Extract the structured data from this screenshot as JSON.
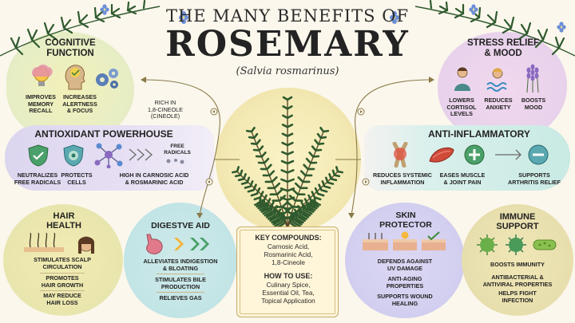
{
  "header": {
    "title_top": "THE MANY BENEFITS OF",
    "title_main": "ROSEMARY",
    "subtitle": "(Salvia rosmarinus)"
  },
  "colors": {
    "cognitive_bg": "#e8eec4",
    "stress_bg": "#e9d3ec",
    "antioxidant_bg": "#e3dcf2",
    "antiinflammatory_bg": "#d3ede8",
    "hair_bg": "#e9e6ad",
    "digestive_bg": "#c3e5e6",
    "skin_bg": "#d2cff0",
    "immune_bg": "#e8dfae",
    "rosemary_green": "#2f5a2e"
  },
  "cognitive": {
    "title_line1": "COGNITIVE",
    "title_line2": "FUNCTION",
    "items": [
      {
        "icon": "brain-bulb-icon",
        "l1": "IMPROVES",
        "l2": "MEMORY RECALL"
      },
      {
        "icon": "head-icon",
        "l1": "INCREASES",
        "l2": "ALERTNESS",
        "l3": "& FOCUS"
      },
      {
        "icon": "gears-icon"
      }
    ],
    "note_l1": "RICH IN",
    "note_l2": "1,8-CINEOLE",
    "note_l3": "(CINEole)"
  },
  "stress": {
    "title_line1": "STRESS RELIEF",
    "title_line2": "& MOOD",
    "items": [
      {
        "icon": "person-icon",
        "l1": "LOWERS",
        "l2": "CORTISOL",
        "l3": "LEVELS"
      },
      {
        "icon": "bathing-person-icon",
        "l1": "REDUCES",
        "l2": "ANXIETY"
      },
      {
        "icon": "lavender-icon",
        "l1": "BOOSTS",
        "l2": "MOOD"
      }
    ]
  },
  "antioxidant": {
    "title": "ANTIOXIDANT POWERHOUSE",
    "items": [
      {
        "icon": "shield-check-icon",
        "l1": "NEUTRALIZES",
        "l2": "FREE RADICALS"
      },
      {
        "icon": "cell-shield-icon",
        "l1": "PROTECTS",
        "l2": "CELLS"
      },
      {
        "icon": "molecule-icon",
        "l1": "HIGH IN CARNOSIC ACID",
        "l2": "& ROSMARINIC ACID"
      }
    ],
    "free_l1": "FREE",
    "free_l2": "RADICALS"
  },
  "antiinflammatory": {
    "title": "ANTI-INFLAMMATORY",
    "items": [
      {
        "icon": "joint-icon",
        "l1": "REDUCES SYSTEMIC",
        "l2": "INFLAMMATION"
      },
      {
        "icon": "muscle-icon",
        "l1": "EASES MUSCLE",
        "l2": "& JOINT PAIN"
      },
      {
        "icon": "plus-circle-icon"
      },
      {
        "icon": "minus-circle-icon",
        "l1": "SUPPORTS",
        "l2": "ARTHRITIS RELIEF"
      }
    ]
  },
  "hair": {
    "title_line1": "HAIR",
    "title_line2": "HEALTH",
    "items": [
      {
        "l1": "STIMULATES SCALP",
        "l2": "CIRCULATION"
      },
      {
        "l1": "PROMOTES",
        "l2": "HAIR GROWTH"
      },
      {
        "l1": "MAY REDUCE",
        "l2": "HAIR LOSS"
      }
    ]
  },
  "digestive": {
    "title": "DIGESTVE AID",
    "items": [
      {
        "l1": "ALLEVIATES INDIGESTION",
        "l2": "& BLOATING"
      },
      {
        "l1": "STIMULATES BILE",
        "l2": "PRODUCTION"
      },
      {
        "l1": "RELIEVES GAS"
      }
    ]
  },
  "key_compounds": {
    "heading": "KEY COMPOUNDS:",
    "lines": [
      "Carnosic Acid,",
      "Rosmarinic Acid,",
      "1,8-Cineole"
    ],
    "how_heading": "HOW TO USE:",
    "how_lines": [
      "Culinary Spice,",
      "Essential Oil, Tea,",
      "Topical Application"
    ]
  },
  "skin": {
    "title_line1": "SKIN",
    "title_line2": "PROTECTOR",
    "items": [
      {
        "l1": "DEFENDS AGAINST",
        "l2": "UV DAMAGE"
      },
      {
        "l1": "ANTI-AGING",
        "l2": "PROPERTIES"
      },
      {
        "l1": "SUPPORTS WOUND",
        "l2": "HEALING"
      }
    ]
  },
  "immune": {
    "title_line1": "IMMUNE",
    "title_line2": "SUPPORT",
    "items": [
      {
        "l1": "BOOSTS IMMUNITY"
      },
      {
        "l1": "ANTIBACTERIAL &",
        "l2": "ANTIVIRAL PROPERTIES"
      },
      {
        "l1": "HELPS FIGHT",
        "l2": "INFECTION"
      }
    ]
  }
}
